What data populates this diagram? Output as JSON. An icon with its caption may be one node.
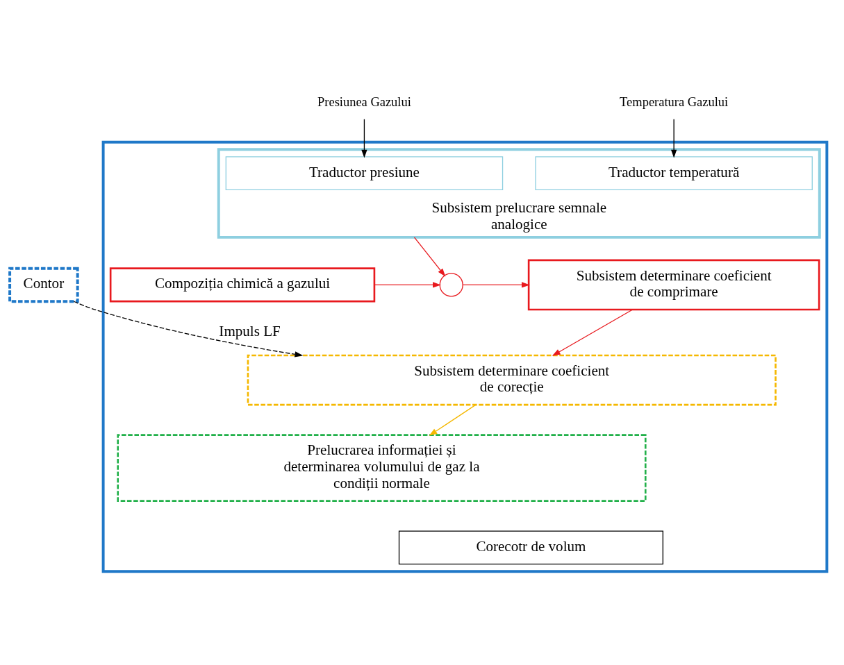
{
  "diagram": {
    "nodes": [
      {
        "text": [
          "Contor"
        ]
      },
      {
        "text": [
          "Presiunea Gazului"
        ]
      },
      {
        "text": [
          "Temperatura Gazului"
        ]
      },
      {
        "text": [],
        "shape": "box"
      },
      {
        "text": [
          "Subsistem prelucrare semnale analogice"
        ],
        "in": 3
      },
      {
        "text": [
          "Traductor presiune"
        ],
        "in": 4
      },
      {
        "text": [
          "Traductor temperatură"
        ],
        "in": 4
      },
      {
        "text": [
          "Compoziția chimică a gazului"
        ],
        "in": 3
      },
      {
        "text": [],
        "shape": "circle",
        "in": 3
      },
      {
        "text": [
          "Subsistem determinare coeficient de comprimare"
        ],
        "in": 3
      },
      {
        "text": [
          "Subsistem determinare coeficient de corecție"
        ],
        "in": 3
      },
      {
        "text": [
          "Prelucrarea informației și determinarea volumului de gaz la condiții normale"
        ],
        "in": 3
      },
      {
        "text": [
          "Corecotr de volum"
        ],
        "in": 3
      }
    ],
    "edges": [
      {
        "from": 0,
        "to": 10,
        "arrow": "to",
        "label": "Impuls LF",
        "style": "dashed",
        "color": "#000000"
      },
      {
        "from": 1,
        "to": 5,
        "arrow": "to",
        "color": "#000000"
      },
      {
        "from": 2,
        "to": 6,
        "arrow": "to",
        "color": "#000000"
      },
      {
        "from": 4,
        "to": 8,
        "arrow": "to"
      },
      {
        "from": 7,
        "to": 8,
        "arrow": "to"
      },
      {
        "from": 8,
        "to": 9,
        "arrow": "to"
      },
      {
        "from": 9,
        "to": 10,
        "arrow": "to"
      },
      {
        "from": 10,
        "to": 11,
        "arrow": "to",
        "color": "#f5b800"
      }
    ]
  }
}
